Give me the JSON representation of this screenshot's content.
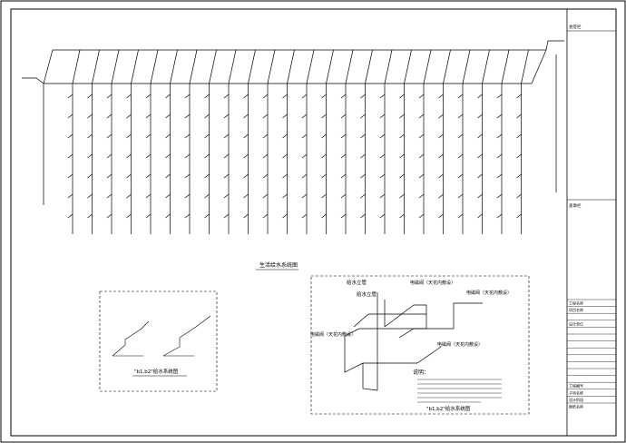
{
  "drawing": {
    "main_title": "生活给水系统图",
    "riser_count": 24
  },
  "detail_left": {
    "caption": "\"b1,b2\"给水系统图"
  },
  "detail_right": {
    "label_supply_1": "给水立管",
    "label_supply_2": "给水立管",
    "valve_top": "电磁阀（天花内敷设）",
    "valve_right": "电磁阀（天花内敷设）",
    "valve_left": "电磁阀（天花内敷设）",
    "valve_mid": "电磁阀（天花内敷设）",
    "notes_title": "说明：",
    "caption": "\"b1,b2\"给水系统图"
  },
  "title_block": {
    "field_1": "会签栏",
    "field_2": "盖章栏",
    "rows": [
      "工程名称",
      "项目名称",
      "",
      "设计单位",
      "",
      "",
      "",
      "",
      "",
      "",
      "",
      "",
      "工程编号",
      "子项名称",
      "设计阶段",
      "图纸名称"
    ]
  }
}
